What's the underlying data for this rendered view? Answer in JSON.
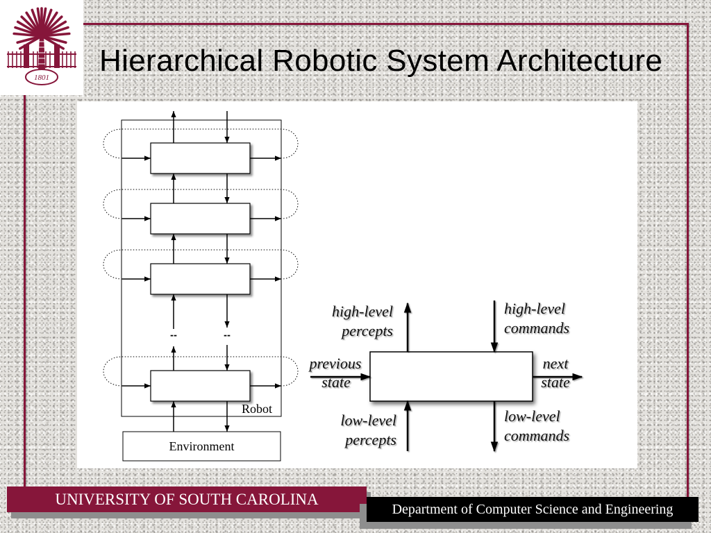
{
  "slide": {
    "title": "Hierarchical Robotic System Architecture"
  },
  "logo": {
    "icon": "palmetto-tree-icon",
    "year": "1801"
  },
  "layered_diagram": {
    "robot_label": "Robot",
    "environment_label": "Environment",
    "ellipsis": "--"
  },
  "state_diagram": {
    "high_level_percepts": {
      "line1": "high-level",
      "line2": "percepts"
    },
    "high_level_commands": {
      "line1": "high-level",
      "line2": "commands"
    },
    "previous_state": {
      "line1": "previous",
      "line2": "state"
    },
    "next_state": {
      "line1": "next",
      "line2": "state"
    },
    "low_level_percepts": {
      "line1": "low-level",
      "line2": "percepts"
    },
    "low_level_commands": {
      "line1": "low-level",
      "line2": "commands"
    }
  },
  "footer": {
    "university": "UNIVERSITY OF SOUTH CAROLINA",
    "department": "Department of Computer Science and Engineering"
  },
  "colors": {
    "garnet": "#86163a",
    "footer_black": "#000000",
    "background": "#e4e2de"
  }
}
